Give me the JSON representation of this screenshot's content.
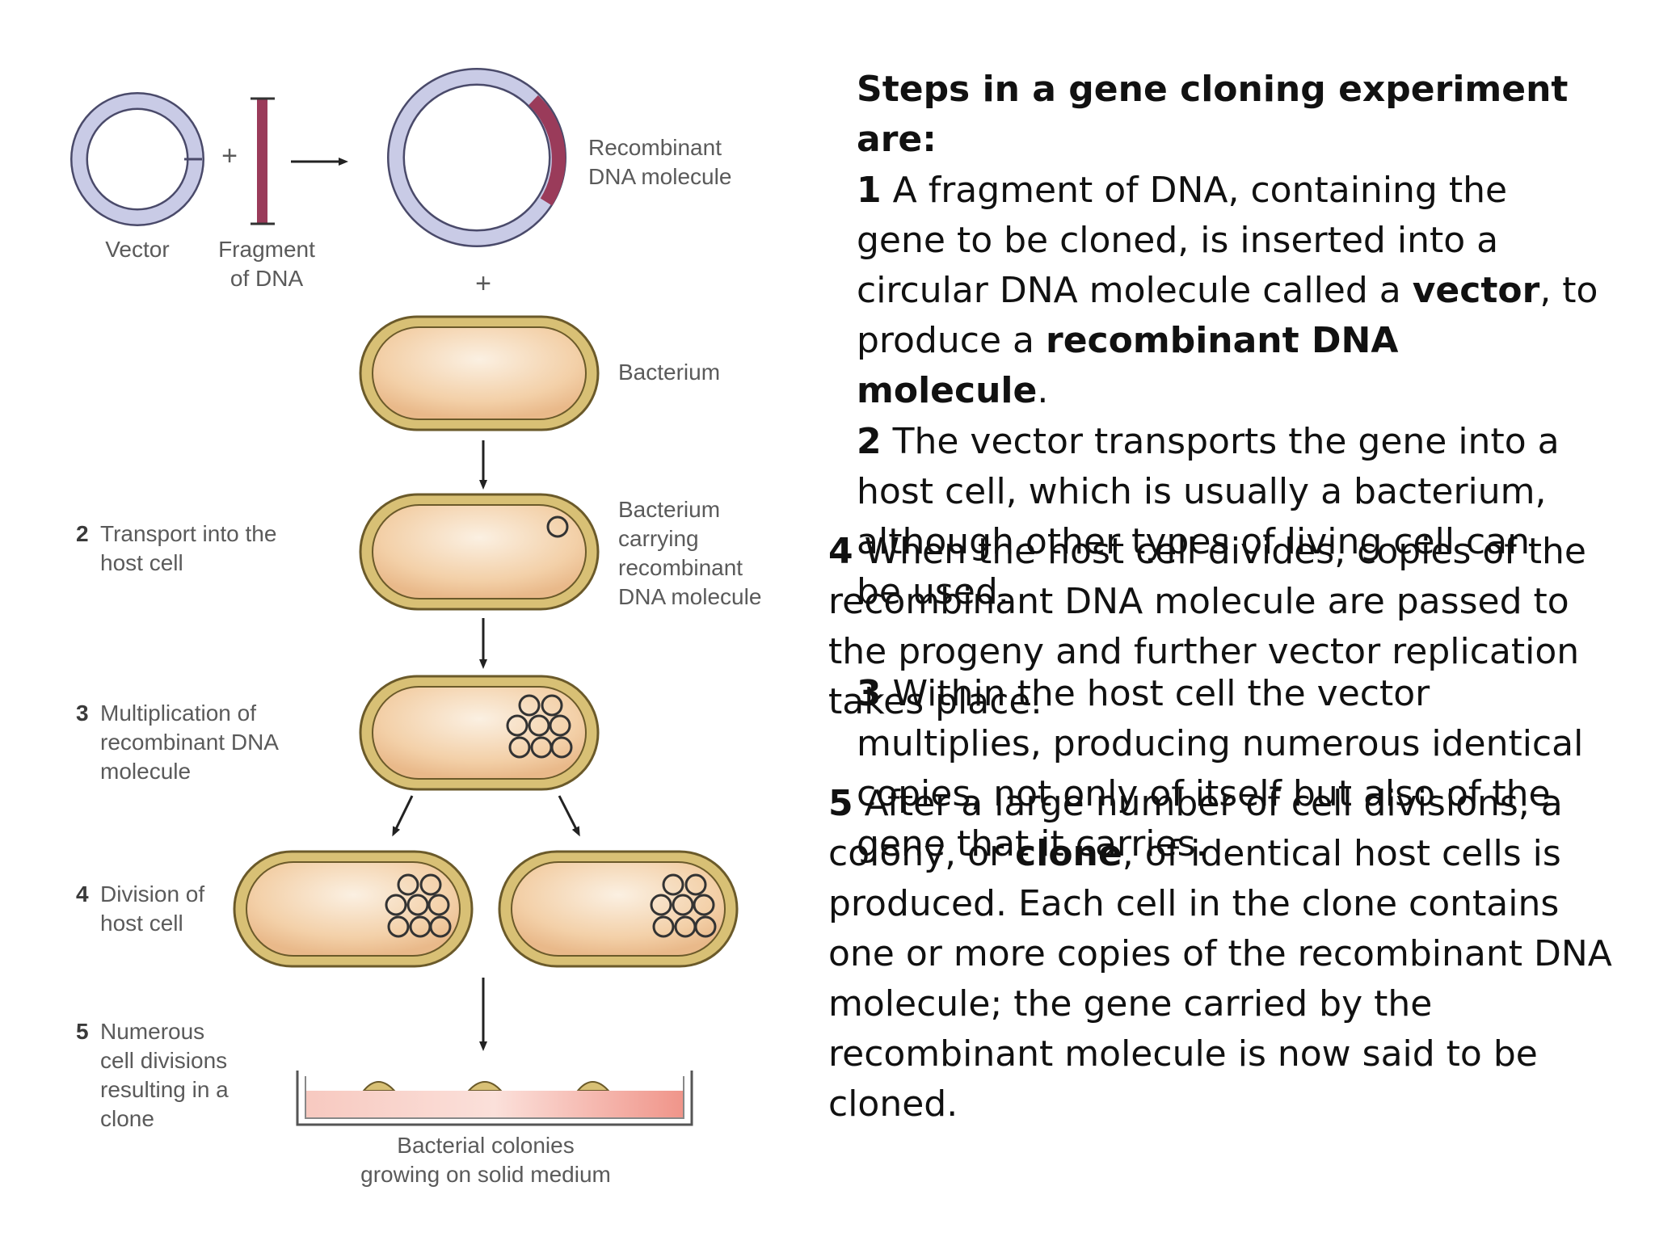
{
  "diagram": {
    "labels": {
      "vector": "Vector",
      "fragment_line1": "Fragment",
      "fragment_line2": "of DNA",
      "recombinant_line1": "Recombinant",
      "recombinant_line2": "DNA molecule",
      "bacterium": "Bacterium",
      "bacterium_carrying_line1": "Bacterium",
      "bacterium_carrying_line2": "carrying",
      "bacterium_carrying_line3": "recombinant",
      "bacterium_carrying_line4": "DNA molecule",
      "colonies_line1": "Bacterial colonies",
      "colonies_line2": "growing on solid medium",
      "plus": "+"
    },
    "steps": [
      {
        "num": "2",
        "lines": [
          "Transport into the",
          "host cell"
        ]
      },
      {
        "num": "3",
        "lines": [
          "Multiplication of",
          "recombinant DNA",
          "molecule"
        ]
      },
      {
        "num": "4",
        "lines": [
          "Division of",
          "host cell"
        ]
      },
      {
        "num": "5",
        "lines": [
          "Numerous",
          "cell divisions",
          "resulting in a",
          "clone"
        ]
      }
    ],
    "colors": {
      "vector_fill": "#c9cbe6",
      "vector_stroke": "#4a4a6a",
      "fragment": "#9a3b5a",
      "cell_outer": "#d8c075",
      "cell_inner": "#f3d2ac",
      "medium": "#f3a39a",
      "arrow": "#222222"
    }
  },
  "text": {
    "heading": "Steps in a gene cloning experiment are:",
    "step1": {
      "num": "1",
      "part1": " A fragment of DNA, containing the gene to be cloned, is inserted into a circular DNA molecule called a ",
      "bold1": "vector",
      "part2": ", to produce a ",
      "bold2": "recombinant DNA molecule",
      "part3": "."
    },
    "step2": {
      "num": "2",
      "text": " The vector transports the gene into a host cell, which is usually a bacterium, although other types of living cell can be used."
    },
    "step3": {
      "num": "3",
      "text": " Within the host cell the vector multiplies, producing numerous identical copies, not only of itself but also of the gene that it carries."
    },
    "step4": {
      "num": "4",
      "text": " When the host cell divides, copies of the recombinant DNA molecule are passed to the progeny and further vector replication takes place."
    },
    "step5": {
      "num": "5",
      "part1": " After a large number of cell divisions, a colony, or ",
      "bold1": "clone",
      "part2": ", of identical host cells is produced. Each cell in the clone contains one or more copies of the recombinant DNA molecule; the gene carried by the recombinant molecule is now said to be cloned."
    }
  }
}
